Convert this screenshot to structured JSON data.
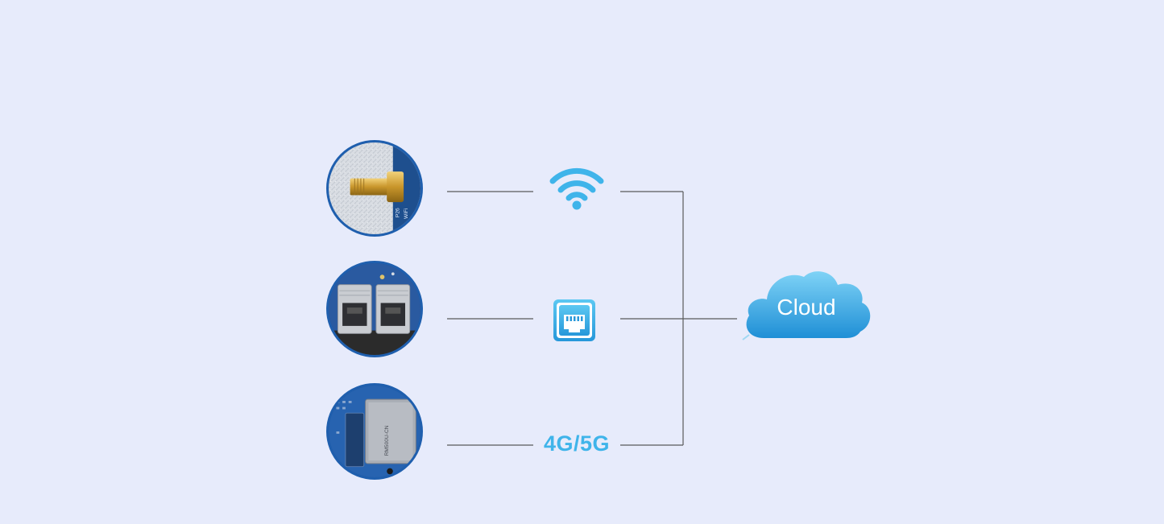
{
  "diagram": {
    "connections": [
      {
        "id": "wifi",
        "icon": "wifi-icon"
      },
      {
        "id": "ethernet",
        "icon": "ethernet-port-icon"
      },
      {
        "id": "cellular",
        "label": "4G/5G"
      }
    ],
    "cloud": {
      "label": "Cloud",
      "icon": "cloud-icon"
    },
    "photo_labels": {
      "wifi_board_text_1": "P26",
      "wifi_board_text_2": "WiFi",
      "module_text": "RM500U-CN"
    },
    "colors": {
      "background": "#e7ebfb",
      "line": "#5a5a5a",
      "accent": "#3fb4ea",
      "cloud": "#2ea4e3",
      "photo_border": "#1f5fae"
    }
  }
}
